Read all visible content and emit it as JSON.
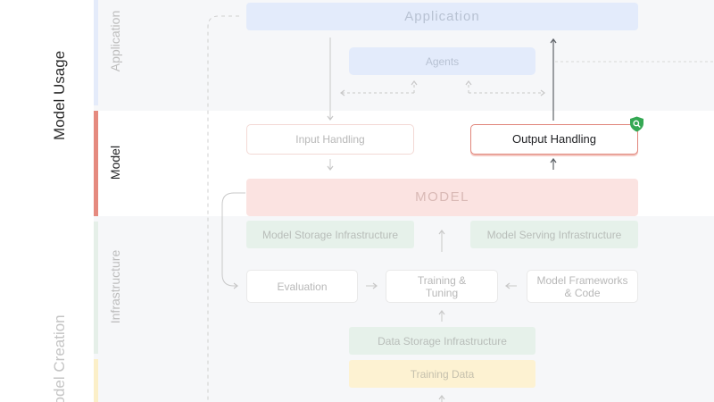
{
  "sections": {
    "model_usage": "Model Usage",
    "model_creation": "Model Creation"
  },
  "layers": {
    "application": "Application",
    "model": "Model",
    "infrastructure": "Infrastructure"
  },
  "boxes": {
    "application": "Application",
    "agents": "Agents",
    "input_handling": "Input Handling",
    "output_handling": "Output Handling",
    "model": "MODEL",
    "model_storage": "Model Storage Infrastructure",
    "model_serving": "Model Serving Infrastructure",
    "evaluation": "Evaluation",
    "training_tuning_1": "Training &",
    "training_tuning_2": "Tuning",
    "frameworks_1": "Model Frameworks",
    "frameworks_2": "& Code",
    "data_storage": "Data Storage Infrastructure",
    "training_data": "Training Data"
  },
  "icons": {
    "output_badge": "shield-search-icon"
  },
  "colors": {
    "application_layer": "#e3ebfb",
    "model_layer": "#e58a7f",
    "infrastructure_layer": "#e6f1ea",
    "data_layer": "#fdf2d2",
    "badge": "#34a853"
  }
}
